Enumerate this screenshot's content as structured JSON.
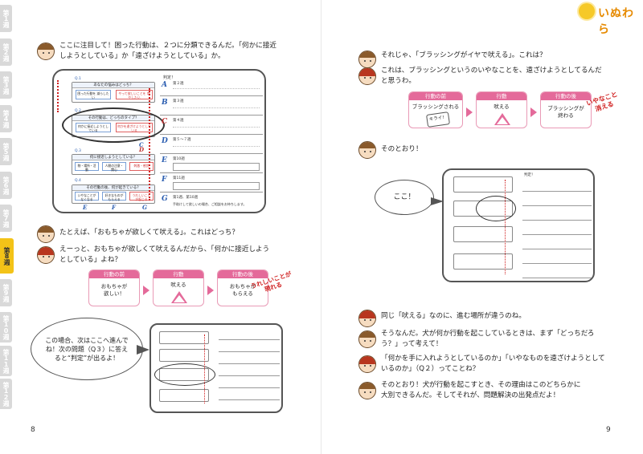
{
  "tabs": [
    {
      "label": "第1週",
      "active": false
    },
    {
      "label": "第2週",
      "active": false
    },
    {
      "label": "第3週",
      "active": false
    },
    {
      "label": "第4週",
      "active": false
    },
    {
      "label": "第5週",
      "active": false
    },
    {
      "label": "第6週",
      "active": false
    },
    {
      "label": "第7週",
      "active": false
    },
    {
      "label": "第8週",
      "active": true
    },
    {
      "label": "第9週",
      "active": false
    },
    {
      "label": "第10週",
      "active": false
    },
    {
      "label": "第11週",
      "active": false
    },
    {
      "label": "第12週",
      "active": false
    }
  ],
  "logo": {
    "text": "いぬわら"
  },
  "left": {
    "dialog1": {
      "text1": "ここに注目して！困った行動は、２つに分類できるんだ。「何かに接近",
      "text2": "しようとしている」か「遠ざけようとしている」か。"
    },
    "judge_title": "判定！",
    "q1_title": "あなたの悩みはどっち？",
    "q2_title": "その行動は、どっちのタイプ？",
    "q3_title": "何に接近しようとしている？",
    "q4_title": "その行動の後、何が起きている？",
    "q_labels": [
      "Q.1",
      "Q.2",
      "Q.3",
      "Q.4"
    ],
    "q1_opts": [
      "困った行動を\n減らしたい",
      "やって欲しいことを\n増やしたい"
    ],
    "q2_opts": [
      "何かに接近しようとしている",
      "何かを遠ざけようとしている"
    ],
    "q3_opts": [
      "物・場所・活動",
      "人間の注意・関心",
      "刺激・感覚"
    ],
    "q4_opts": [
      "いやなことがなくなる",
      "好きなものがもらえる",
      "うれしいことが起こる"
    ],
    "letters": [
      "A",
      "B",
      "C",
      "D",
      "E",
      "F",
      "G"
    ],
    "judge_rows": [
      "第２週",
      "第３週",
      "第４週",
      "第５～７週",
      "第10週",
      "第11週",
      "第1週、第10週"
    ],
    "judge_note": "手助けして欲しいの場合、ご相談をお待ちします。",
    "dialog2": "たとえば、「おもちゃが欲しくて吠える」。これはどっち？",
    "dialog3": {
      "text1": "えーっと、おもちゃが欲しくて吠えるんだから、「何かに接近しよう",
      "text2": "としている」よね？"
    },
    "flow": {
      "before_label": "行動の前",
      "behavior_label": "行動",
      "after_label": "行動の後",
      "before_text": "おもちゃが\n欲しい！",
      "behavior_text": "吠える",
      "after_text": "おもちゃが\nもらえる",
      "stamp": "うれしいことが現れる"
    },
    "bubble": "この場合、次はここへ進んでね！次の問題（Q３）に答えると“判定”が出るよ！",
    "page_number": "8"
  },
  "right": {
    "dialog1": "それじゃ、「ブラッシングがイヤで吠える」。これは？",
    "dialog2": {
      "text1": "これは、ブラッシングというのいやなことを、遠ざけようとしてるんだ",
      "text2": "と思うわ。"
    },
    "flow": {
      "before_label": "行動の前",
      "behavior_label": "行動",
      "after_label": "行動の後",
      "before_text": "ブラッシングされる",
      "before_note": "キライ！",
      "behavior_text": "吠える",
      "after_text": "ブラッシングが\n終わる",
      "stamp": "いやなこと消える"
    },
    "dialog3": "そのとおり！",
    "bubble": "ここ！",
    "dialog4": "同じ「吠える」なのに、進む場所が違うのね。",
    "dialog5": {
      "text1": "そうなんだ。犬が何か行動を起こしているときは、まず「どっちだろ",
      "text2": "う？」って考えて！"
    },
    "dialog6": {
      "text1": "「何かを手に入れようとしているのか」「いやなものを遠ざけようとして",
      "text2": "いるのか」（Q２）ってことね？"
    },
    "dialog7": {
      "text1": "そのとおり！犬が行動を起こすとき、その理由はこのどちらかに",
      "text2": "大別できるんだ。そしてそれが、問題解決の出発点だよ！"
    },
    "page_number": "9"
  }
}
